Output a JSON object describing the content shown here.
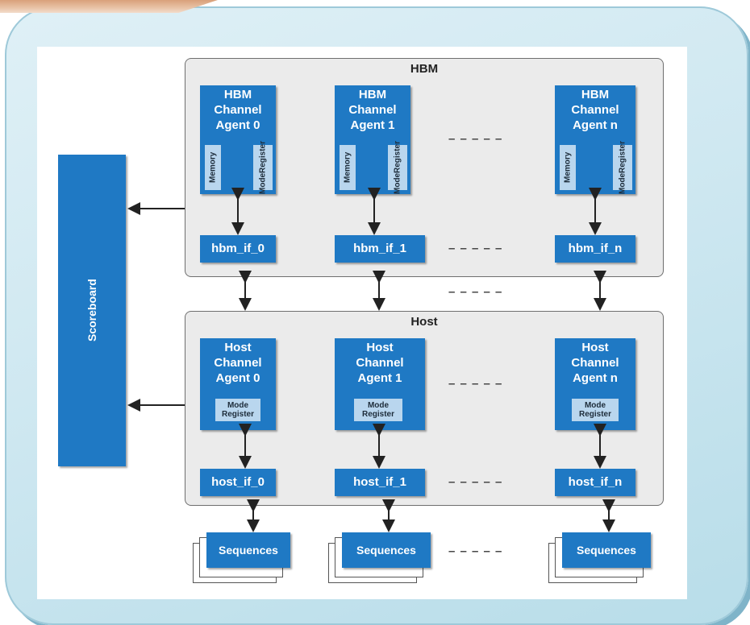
{
  "hbm_group": {
    "title": "HBM"
  },
  "host_group": {
    "title": "Host"
  },
  "scoreboard": {
    "label": "Scoreboard"
  },
  "hbm_agents": [
    {
      "line1": "HBM",
      "line2": "Channel",
      "line3": "Agent 0",
      "memory": "Memory",
      "mode": "Mode",
      "register": "Register",
      "interface": "hbm_if_0"
    },
    {
      "line1": "HBM",
      "line2": "Channel",
      "line3": "Agent 1",
      "memory": "Memory",
      "mode": "Mode",
      "register": "Register",
      "interface": "hbm_if_1"
    },
    {
      "line1": "HBM",
      "line2": "Channel",
      "line3": "Agent n",
      "memory": "Memory",
      "mode": "Mode",
      "register": "Register",
      "interface": "hbm_if_n"
    }
  ],
  "host_agents": [
    {
      "line1": "Host",
      "line2": "Channel",
      "line3": "Agent 0",
      "mode": "Mode",
      "register": "Register",
      "interface": "host_if_0"
    },
    {
      "line1": "Host",
      "line2": "Channel",
      "line3": "Agent 1",
      "mode": "Mode",
      "register": "Register",
      "interface": "host_if_1"
    },
    {
      "line1": "Host",
      "line2": "Channel",
      "line3": "Agent n",
      "mode": "Mode",
      "register": "Register",
      "interface": "host_if_n"
    }
  ],
  "sequences": [
    "Sequences",
    "Sequences",
    "Sequences"
  ],
  "ellipsis": "– – – – –"
}
